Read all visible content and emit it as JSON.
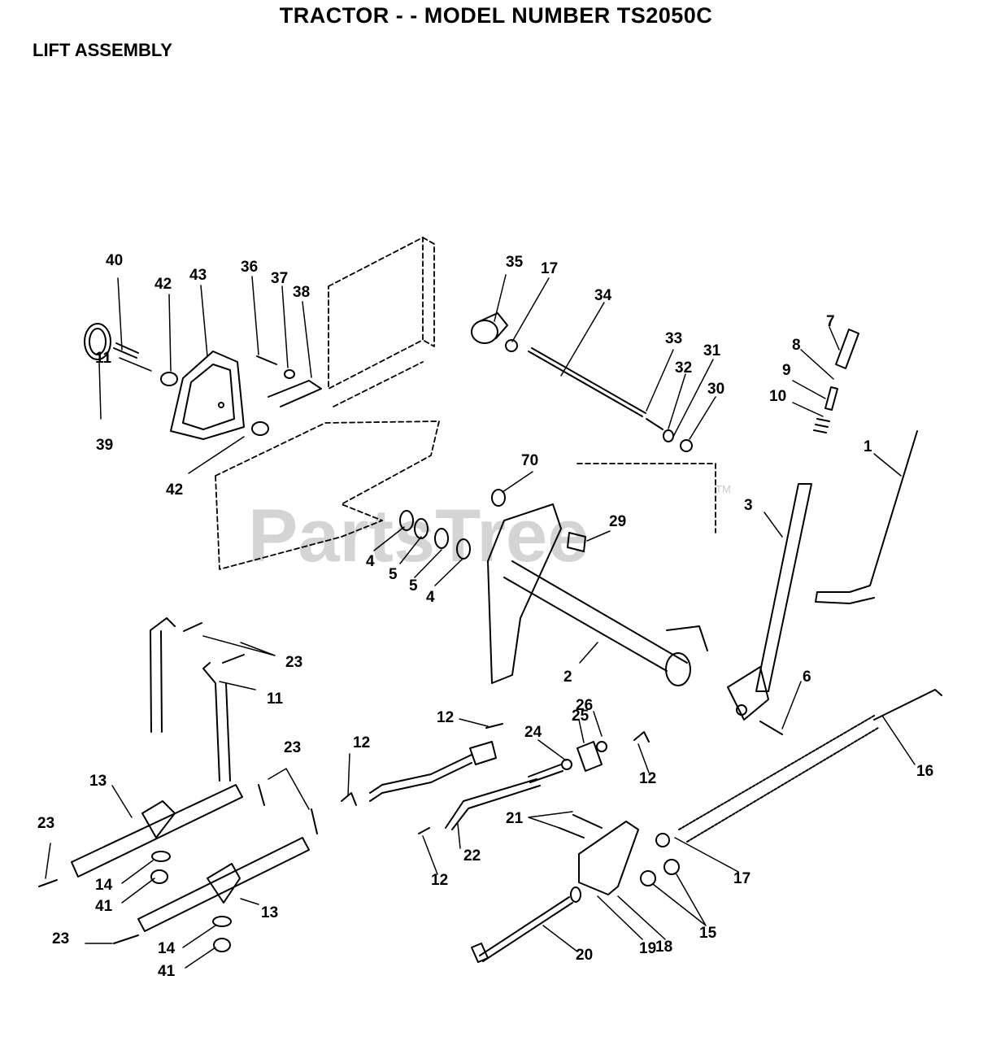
{
  "header": {
    "title": "TRACTOR - - MODEL NUMBER TS2050C",
    "subtitle": "LIFT ASSEMBLY"
  },
  "watermark": {
    "text": "PartsTree",
    "tm": "TM"
  },
  "callouts": [
    "40",
    "42",
    "43",
    "36",
    "37",
    "38",
    "39",
    "42",
    "35",
    "17",
    "34",
    "33",
    "32",
    "31",
    "30",
    "7",
    "8",
    "9",
    "10",
    "1",
    "70",
    "29",
    "3",
    "4",
    "5",
    "5",
    "4",
    "2",
    "6",
    "11",
    "23",
    "11",
    "12",
    "25",
    "26",
    "24",
    "12",
    "12",
    "16",
    "23",
    "13",
    "23",
    "21",
    "22",
    "17",
    "12",
    "14",
    "41",
    "13",
    "15",
    "19",
    "18",
    "23",
    "14",
    "20",
    "41"
  ],
  "colors": {
    "ink": "#000000",
    "watermark": "#d4d4d4"
  }
}
